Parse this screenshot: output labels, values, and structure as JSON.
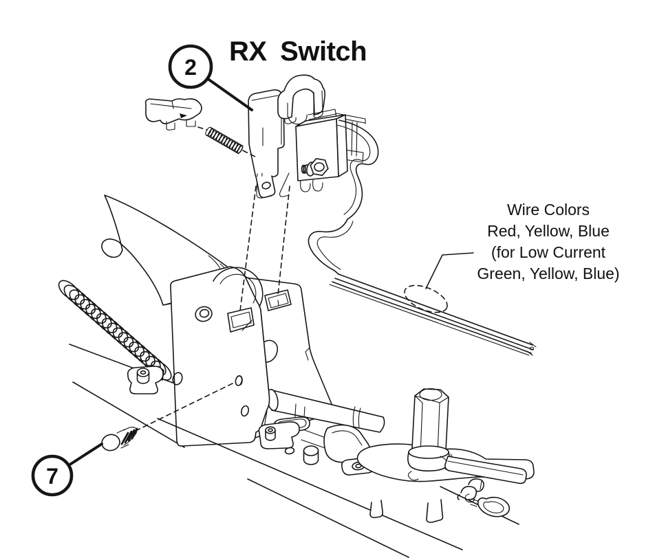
{
  "diagram": {
    "title": "RX Switch",
    "callouts": [
      {
        "number": "2"
      },
      {
        "number": "7"
      }
    ],
    "annotation": {
      "lines": [
        "Wire Colors",
        "Red, Yellow, Blue",
        "(for Low Current",
        "Green, Yellow, Blue)"
      ]
    },
    "colors": {
      "line": "#161616",
      "background": "#ffffff"
    }
  }
}
